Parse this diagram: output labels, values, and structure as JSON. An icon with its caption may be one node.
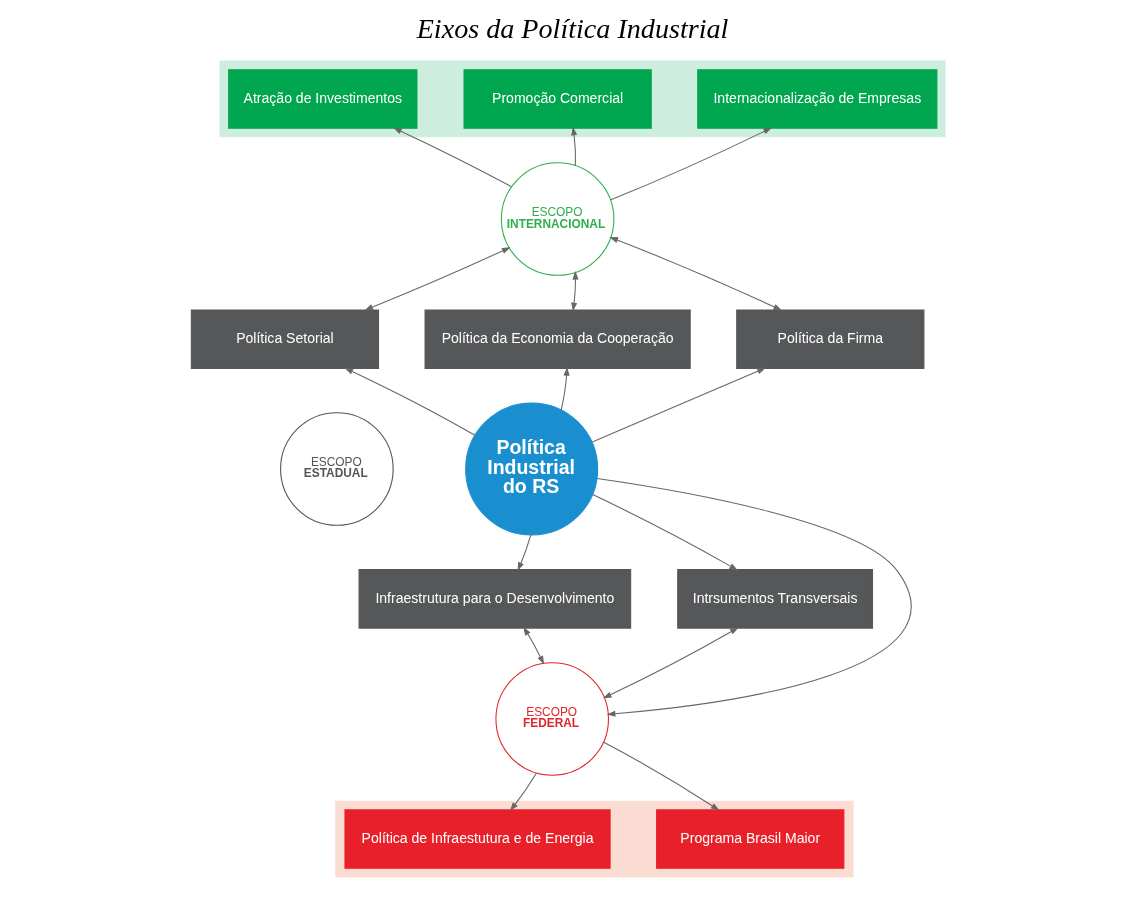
{
  "diagram": {
    "title": "Eixos da Política Industrial",
    "nodes": [
      {
        "text": [],
        "shape": "band"
      },
      {
        "text": [
          "Atração de Investimentos"
        ],
        "in": 0
      },
      {
        "text": [
          "Promoção Comercial"
        ],
        "in": 0
      },
      {
        "text": [
          "Internacionalização de Empresas"
        ],
        "in": 0
      },
      {
        "text": [
          "ESCOPO",
          "INTERNACIONAL"
        ]
      },
      {
        "text": [
          "Política Setorial"
        ]
      },
      {
        "text": [
          "Política da Economia da Cooperação"
        ]
      },
      {
        "text": [
          "Política da Firma"
        ]
      },
      {
        "text": [
          "ESCOPO",
          "ESTADUAL"
        ]
      },
      {
        "text": [
          "Política Industrial do RS"
        ]
      },
      {
        "text": [
          "Infraestrutura para o Desenvolvimento"
        ]
      },
      {
        "text": [
          "Intrsumentos Transversais"
        ]
      },
      {
        "text": [
          "ESCOPO",
          "FEDERAL"
        ]
      },
      {
        "text": [],
        "shape": "band"
      },
      {
        "text": [
          "Política de Infraestutura e de Energia"
        ],
        "in": 13
      },
      {
        "text": [
          "Programa Brasil Maior"
        ],
        "in": 13
      }
    ],
    "edges": [
      {
        "from": 4,
        "to": 1,
        "arrow": "to"
      },
      {
        "from": 4,
        "to": 2,
        "arrow": "to"
      },
      {
        "from": 4,
        "to": 3,
        "arrow": "to"
      },
      {
        "from": 5,
        "to": 4,
        "arrow": "both"
      },
      {
        "from": 6,
        "to": 4,
        "arrow": "both"
      },
      {
        "from": 7,
        "to": 4,
        "arrow": "both"
      },
      {
        "from": 9,
        "to": 5,
        "arrow": "to"
      },
      {
        "from": 9,
        "to": 6,
        "arrow": "to"
      },
      {
        "from": 9,
        "to": 7,
        "arrow": "to"
      },
      {
        "from": 9,
        "to": 10,
        "arrow": "to"
      },
      {
        "from": 9,
        "to": 11,
        "arrow": "to"
      },
      {
        "from": 9,
        "to": 12,
        "arrow": "to"
      },
      {
        "from": 10,
        "to": 12,
        "arrow": "both"
      },
      {
        "from": 11,
        "to": 12,
        "arrow": "both"
      },
      {
        "from": 12,
        "to": 14,
        "arrow": "to"
      },
      {
        "from": 12,
        "to": 15,
        "arrow": "to"
      }
    ]
  }
}
